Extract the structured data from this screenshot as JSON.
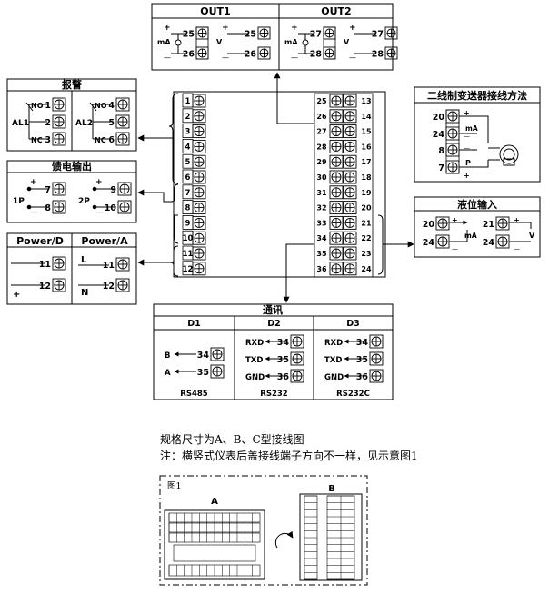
{
  "out_panel": {
    "left_title": "OUT1",
    "right_title": "OUT2",
    "left": {
      "ma_label": "mA",
      "v_label": "V",
      "ma_terms": [
        "25",
        "26"
      ],
      "v_terms": [
        "25",
        "26"
      ]
    },
    "right": {
      "ma_label": "mA",
      "v_label": "V",
      "ma_terms": [
        "27",
        "28"
      ],
      "v_terms": [
        "27",
        "28"
      ]
    }
  },
  "alarm_panel": {
    "title": "报警",
    "al1": {
      "name": "AL1",
      "no": "NO",
      "nc": "NC",
      "terms": [
        "1",
        "2",
        "3"
      ]
    },
    "al2": {
      "name": "AL2",
      "no": "NO",
      "nc": "NC",
      "terms": [
        "4",
        "5",
        "6"
      ]
    }
  },
  "feed_panel": {
    "title": "馈电输出",
    "p1": {
      "name": "1P",
      "terms": [
        "7",
        "8"
      ]
    },
    "p2": {
      "name": "2P",
      "terms": [
        "9",
        "10"
      ]
    }
  },
  "power_panel": {
    "dc_title": "Power/D",
    "ac_title": "Power/A",
    "dc_terms": [
      "11",
      "12"
    ],
    "ac_l": "L",
    "ac_n": "N",
    "ac_terms": [
      "11",
      "12"
    ]
  },
  "transmitter_panel": {
    "title": "二线制变送器接线方法",
    "terms": [
      "20",
      "24",
      "8",
      "7"
    ],
    "ma_label": "mA",
    "p_label": "P"
  },
  "level_panel": {
    "title": "液位输入",
    "terms_left": [
      "20",
      "24"
    ],
    "terms_right": [
      "21",
      "24"
    ],
    "ma_label": "mA",
    "v_label": "V"
  },
  "comm_panel": {
    "title": "通讯",
    "columns": [
      {
        "header": "D1",
        "rows": [
          {
            "sig": "B",
            "term": "34"
          },
          {
            "sig": "A",
            "term": "35"
          }
        ],
        "footer": "RS485"
      },
      {
        "header": "D2",
        "rows": [
          {
            "sig": "RXD",
            "term": "34"
          },
          {
            "sig": "TXD",
            "term": "35"
          },
          {
            "sig": "GND",
            "term": "36"
          }
        ],
        "footer": "RS232"
      },
      {
        "header": "D3",
        "rows": [
          {
            "sig": "RXD",
            "term": "34"
          },
          {
            "sig": "TXD",
            "term": "35"
          },
          {
            "sig": "GND",
            "term": "36"
          }
        ],
        "footer": "RS232C"
      }
    ]
  },
  "main_block": {
    "left_terms": [
      "1",
      "2",
      "3",
      "4",
      "5",
      "6",
      "7",
      "8",
      "9",
      "10",
      "11",
      "12"
    ],
    "right_inner_terms": [
      "25",
      "26",
      "27",
      "28",
      "29",
      "30",
      "31",
      "32",
      "33",
      "34",
      "35",
      "36"
    ],
    "right_outer_terms": [
      "13",
      "14",
      "15",
      "16",
      "17",
      "18",
      "19",
      "20",
      "21",
      "22",
      "23",
      "24"
    ]
  },
  "notes": {
    "line1": "规格尺寸为A、B、C型接线图",
    "line2": "注：横竖式仪表后盖接线端子方向不一样，见示意图1"
  },
  "figure1": {
    "label": "图1",
    "a_label": "A",
    "b_label": "B"
  }
}
